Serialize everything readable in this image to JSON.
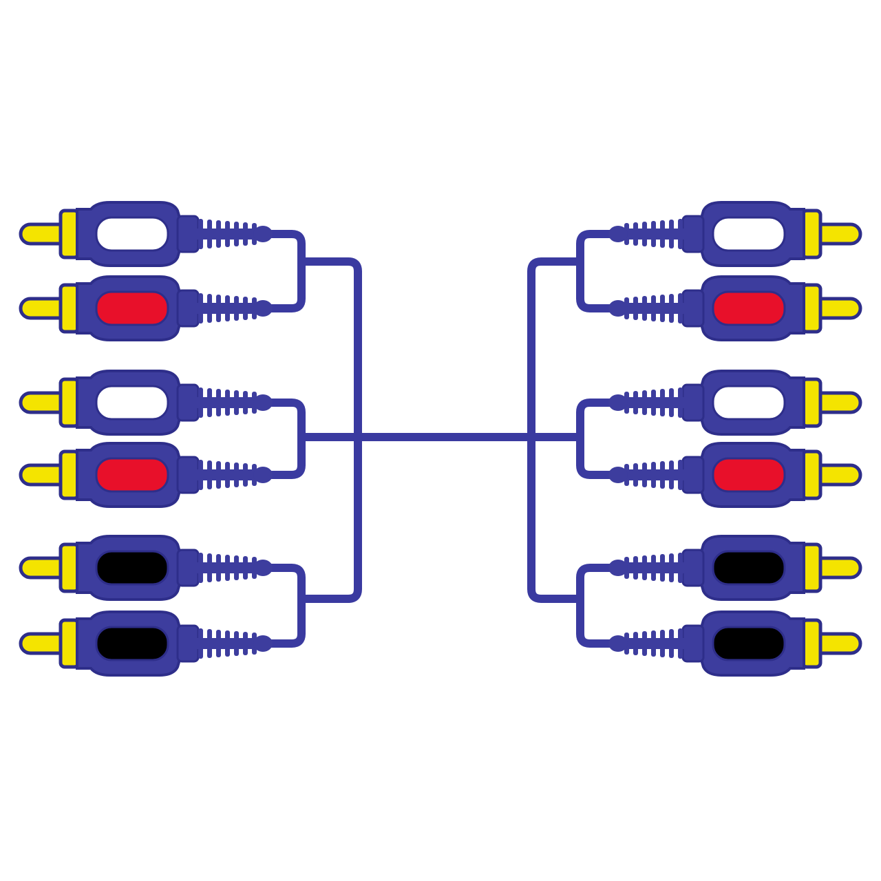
{
  "colors": {
    "background": "#ffffff",
    "cable": "#3a3aa0",
    "plug_body": "#3d3d9e",
    "plug_outline": "#2e2e8a",
    "pin": "#f4e400",
    "pin_outline": "#2e2e8a",
    "band_white": "#ffffff",
    "band_red": "#e8102a",
    "band_black": "#000000"
  },
  "left_plugs": [
    {
      "band": "white"
    },
    {
      "band": "red"
    },
    {
      "band": "white"
    },
    {
      "band": "red"
    },
    {
      "band": "black"
    },
    {
      "band": "black"
    }
  ],
  "right_plugs": [
    {
      "band": "white"
    },
    {
      "band": "red"
    },
    {
      "band": "white"
    },
    {
      "band": "red"
    },
    {
      "band": "black"
    },
    {
      "band": "black"
    }
  ]
}
